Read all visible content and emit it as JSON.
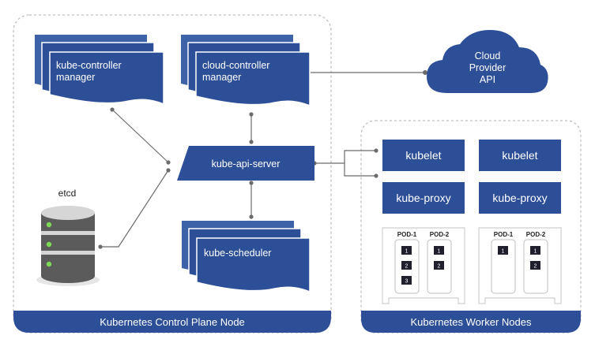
{
  "colors": {
    "primary": "#2d4f97",
    "primary_back": "#3e62a8",
    "connector": "#6b6b6b",
    "frame_border": "#bfbfbf",
    "pod_border": "#cfcfcf",
    "container_box": "#1f1f2e",
    "cylinder": "#5b5b5b",
    "cylinder_light": "#d6d6d6",
    "led": "#7ed957"
  },
  "control_plane": {
    "footer": "Kubernetes Control Plane Node",
    "kube_controller_manager": {
      "line1": "kube-controller",
      "line2": "manager"
    },
    "cloud_controller_manager": {
      "line1": "cloud-controller",
      "line2": "manager"
    },
    "api_server": "kube-api-server",
    "scheduler": "kube-scheduler",
    "etcd": "etcd"
  },
  "cloud": {
    "line1": "Cloud",
    "line2": "Provider",
    "line3": "API"
  },
  "worker": {
    "footer": "Kubernetes Worker Nodes",
    "nodes": [
      {
        "kubelet": "kubelet",
        "proxy": "kube-proxy",
        "pods": [
          {
            "label": "POD-1",
            "containers": [
              "1",
              "2",
              "3"
            ]
          },
          {
            "label": "POD-2",
            "containers": [
              "1",
              "2"
            ]
          }
        ]
      },
      {
        "kubelet": "kubelet",
        "proxy": "kube-proxy",
        "pods": [
          {
            "label": "POD-1",
            "containers": [
              "1"
            ]
          },
          {
            "label": "POD-2",
            "containers": [
              "1",
              "2"
            ]
          }
        ]
      }
    ]
  }
}
